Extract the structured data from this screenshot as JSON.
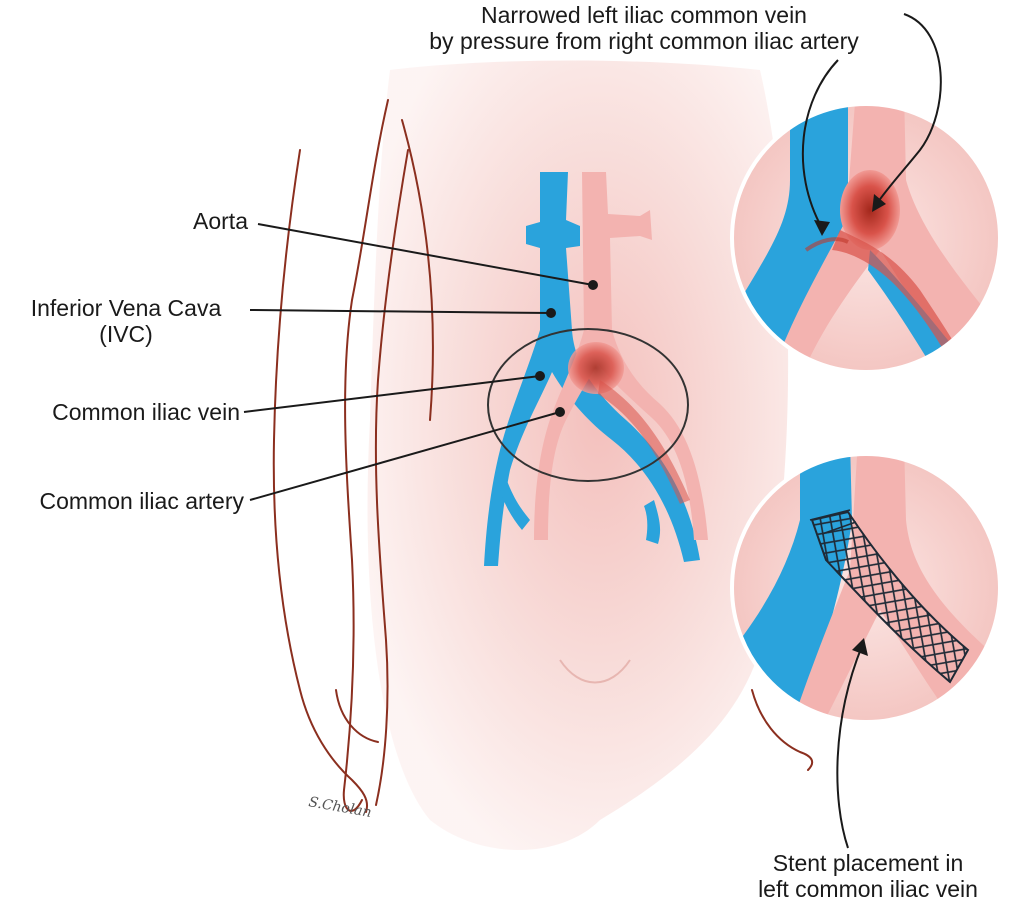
{
  "labels": {
    "aorta": "Aorta",
    "ivc": [
      "Inferior Vena Cava",
      "(IVC)"
    ],
    "common_iliac_vein": "Common iliac vein",
    "common_iliac_artery": "Common iliac artery",
    "narrowed": [
      "Narrowed left iliac common vein",
      "by pressure from right common iliac artery"
    ],
    "stent": [
      "Stent placement in",
      "left common iliac vein"
    ]
  },
  "signature": "S.Cholan",
  "colors": {
    "vein": "#2aa3dc",
    "artery": "#f3b3b0",
    "compression": "#c0392b",
    "skin": "#f6d9d6",
    "outline": "#8b2f1f",
    "stent": "#1f2a36"
  }
}
